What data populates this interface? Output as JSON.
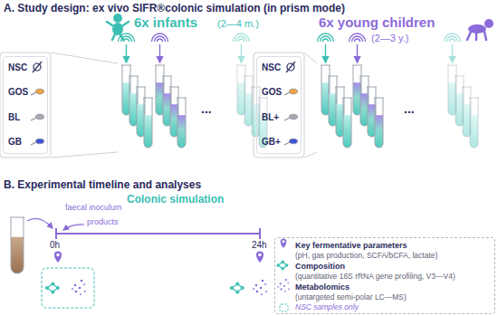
{
  "diagram": {
    "nodes": [
      {
        "text": [
          "NSC",
          "GOS",
          "BL",
          "GB"
        ]
      },
      {
        "text": [
          "NSC",
          "GOS",
          "BL+",
          "GB+"
        ]
      },
      {
        "text": [
          "Key fermentative parameters",
          "(pH, gas production, SCFA/bCFA, lactate)",
          "Composition",
          "(quantitative 16S rRNA gene profiling, V3—V4)",
          "Metabolomics",
          "(untargeted semi-polar LC—MS)",
          "NSC samples only"
        ]
      }
    ],
    "labels": [
      "A. Study design: ex vivo SIFR®colonic simulation (in prism mode)",
      "6x infants",
      "(2—4 m.)",
      "6x young children",
      "(2—3 y.)",
      "...",
      "...",
      "B. Experimental timeline and analyses",
      "Colonic simulation",
      "faecal inoculum",
      "products",
      "0h",
      "24h"
    ]
  }
}
